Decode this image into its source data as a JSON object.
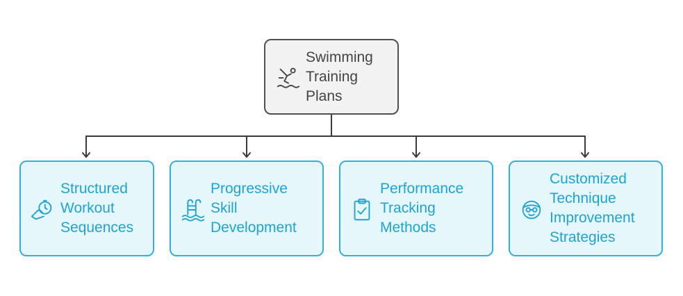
{
  "diagram": {
    "root": {
      "label": "Swimming\nTraining\nPlans",
      "icon": "swimmer-diving-icon"
    },
    "children": [
      {
        "label": "Structured\nWorkout\nSequences",
        "icon": "stopwatch-hand-icon"
      },
      {
        "label": "Progressive\nSkill\nDevelopment",
        "icon": "pool-ladder-icon"
      },
      {
        "label": "Performance\nTracking\nMethods",
        "icon": "clipboard-check-icon"
      },
      {
        "label": "Customized\nTechnique\nImprovement\nStrategies",
        "icon": "swimmer-goggles-icon"
      }
    ],
    "colors": {
      "root_fill": "#f2f2f2",
      "root_border": "#4f4f4f",
      "root_text": "#444444",
      "child_fill": "#e6f7fc",
      "child_border": "#2db2df",
      "child_text": "#1ba4d4",
      "connector": "#3a3a3a"
    }
  }
}
